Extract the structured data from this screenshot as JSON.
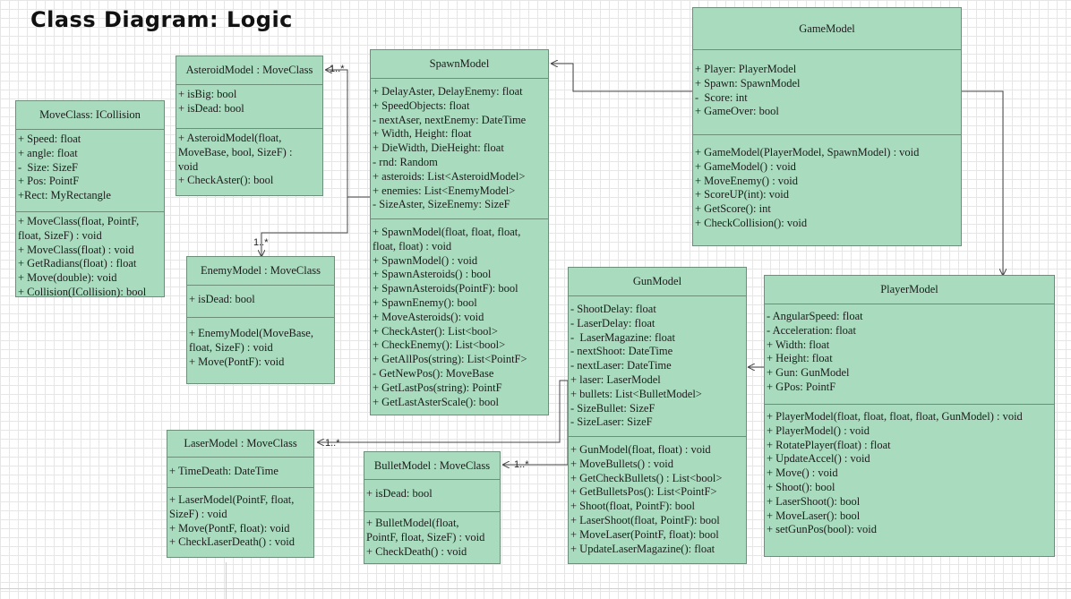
{
  "title": "Class Diagram: Logic",
  "multiplicities": {
    "asteroid": "1..*",
    "enemy": "1..*",
    "laser": "1..*",
    "bullet": "1..*"
  },
  "classes": {
    "move": {
      "name": "MoveClass: ICollision",
      "attributes": [
        "+ Speed: float",
        "+ angle: float",
        "-  Size: SizeF",
        "+ Pos: PointF",
        "+Rect: MyRectangle"
      ],
      "methods": [
        "+ MoveClass(float, PointF,",
        "float, SizeF) : void",
        "+ MoveClass(float) : void",
        "+ GetRadians(float) : float",
        "+ Move(double): void",
        "+ Collision(ICollision): bool"
      ]
    },
    "asteroid": {
      "name": "AsteroidModel : MoveClass",
      "attributes": [
        "+ isBig: bool",
        "+ isDead: bool"
      ],
      "methods": [
        "+ AsteroidModel(float,",
        "MoveBase, bool, SizeF) :",
        "void",
        "+ CheckAster(): bool"
      ]
    },
    "enemy": {
      "name": "EnemyModel : MoveClass",
      "attributes": [
        "+ isDead: bool"
      ],
      "methods": [
        "+ EnemyModel(MoveBase,",
        "float, SizeF) : void",
        "+ Move(PontF): void"
      ]
    },
    "spawn": {
      "name": "SpawnModel",
      "attributes": [
        "+ DelayAster, DelayEnemy: float",
        "+ SpeedObjects: float",
        "- nextAser, nextEnemy: DateTime",
        "+ Width, Height: float",
        "+ DieWidth, DieHeight: float",
        "- rnd: Random",
        "+ asteroids: List<AsteroidModel>",
        "+ enemies: List<EnemyModel>",
        "- SizeAster, SizeEnemy: SizeF"
      ],
      "methods": [
        "+ SpawnModel(float, float, float,",
        "float, float) : void",
        "+ SpawnModel() : void",
        "+ SpawnAsteroids() : bool",
        "+ SpawnAsteroids(PointF): bool",
        "+ SpawnEnemy(): bool",
        "+ MoveAsteroids(): void",
        "+ CheckAster(): List<bool>",
        "+ CheckEnemy(): List<bool>",
        "+ GetAllPos(string): List<PointF>",
        "- GetNewPos(): MoveBase",
        "+ GetLastPos(string): PointF",
        "+ GetLastAsterScale(): bool"
      ]
    },
    "game": {
      "name": "GameModel",
      "attributes": [
        "+ Player: PlayerModel",
        "+ Spawn: SpawnModel",
        "-  Score: int",
        "+ GameOver: bool"
      ],
      "methods": [
        "+ GameModel(PlayerModel, SpawnModel) : void",
        "+ GameModel() : void",
        "+ MoveEnemy() : void",
        "+ ScoreUP(int): void",
        "+ GetScore(): int",
        "+ CheckCollision(): void"
      ]
    },
    "gun": {
      "name": "GunModel",
      "attributes": [
        "- ShootDelay: float",
        "- LaserDelay: float",
        "-  LaserMagazine: float",
        "- nextShoot: DateTime",
        "- nextLaser: DateTime",
        "+ laser: LaserModel",
        "+ bullets: List<BulletModel>",
        "- SizeBullet: SizeF",
        "- SizeLaser: SizeF"
      ],
      "methods": [
        "+ GunModel(float, float) : void",
        "+ MoveBullets() : void",
        "+ GetCheckBullets() : List<bool>",
        "+ GetBulletsPos(): List<PointF>",
        "+ Shoot(float, PointF): bool",
        "+ LaserShoot(float, PointF): bool",
        "+ MoveLaser(PointF, float): bool",
        "+ UpdateLaserMagazine(): float"
      ]
    },
    "player": {
      "name": "PlayerModel",
      "attributes": [
        "- AngularSpeed: float",
        "- Acceleration: float",
        "+ Width: float",
        "+ Height: float",
        "+ Gun: GunModel",
        "+ GPos: PointF"
      ],
      "methods": [
        "+ PlayerModel(float, float, float, float, GunModel) : void",
        "+ PlayerModel() : void",
        "+ RotatePlayer(float) : float",
        "+ UpdateAccel() : void",
        "+ Move() : void",
        "+ Shoot(): bool",
        "+ LaserShoot(): bool",
        "+ MoveLaser(): bool",
        "+ setGunPos(bool): void"
      ]
    },
    "laser": {
      "name": "LaserModel : MoveClass",
      "attributes": [
        "+ TimeDeath: DateTime"
      ],
      "methods": [
        "+ LaserModel(PointF, float,",
        "SizeF) : void",
        "+ Move(PontF, float): void",
        "+ CheckLaserDeath() : void"
      ]
    },
    "bullet": {
      "name": "BulletModel : MoveClass",
      "attributes": [
        "+ isDead: bool"
      ],
      "methods": [
        "+ BulletModel(float,",
        "PointF, float, SizeF) : void",
        "+ CheckDeath() : void"
      ]
    }
  }
}
